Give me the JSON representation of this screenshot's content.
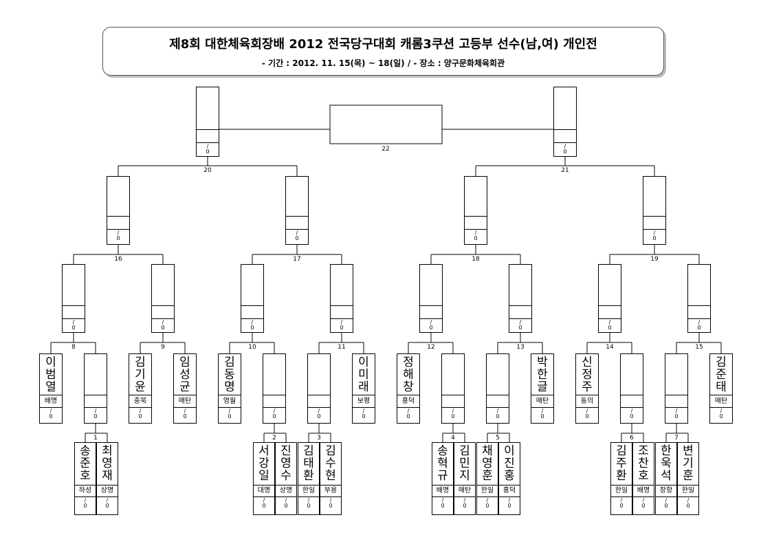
{
  "title": "제8회 대한체육회장배 2012 전국당구대회 캐롬3쿠션 고등부 선수(남,여) 개인전",
  "subtitle": "- 기간 : 2012. 11. 15(목) ~ 18(일)  /  - 장소 : 양구문화체육회관",
  "score_placeholder": "/ 0",
  "match_numbers": [
    "1",
    "2",
    "3",
    "4",
    "5",
    "6",
    "7",
    "8",
    "9",
    "10",
    "11",
    "12",
    "13",
    "14",
    "15",
    "16",
    "17",
    "18",
    "19",
    "20",
    "21",
    "22"
  ],
  "players": [
    {
      "name": "이범열",
      "school": "배명"
    },
    {
      "name": "김기윤",
      "school": "충북"
    },
    {
      "name": "임성균",
      "school": "매탄"
    },
    {
      "name": "김동명",
      "school": "영월"
    },
    {
      "name": "이미래",
      "school": "보평"
    },
    {
      "name": "정해창",
      "school": "홍덕"
    },
    {
      "name": "박한글",
      "school": "매탄"
    },
    {
      "name": "신정주",
      "school": "동의"
    },
    {
      "name": "김준태",
      "school": "매탄"
    },
    {
      "name": "송준호",
      "school": "하성"
    },
    {
      "name": "최영재",
      "school": "상명"
    },
    {
      "name": "서강일",
      "school": "대명"
    },
    {
      "name": "진영수",
      "school": "상명"
    },
    {
      "name": "김태환",
      "school": "한일"
    },
    {
      "name": "김수현",
      "school": "부용"
    },
    {
      "name": "송혁규",
      "school": "배명"
    },
    {
      "name": "김민지",
      "school": "매탄"
    },
    {
      "name": "채영훈",
      "school": "한일"
    },
    {
      "name": "이진홍",
      "school": "홍덕"
    },
    {
      "name": "김주환",
      "school": "한일"
    },
    {
      "name": "조찬호",
      "school": "배명"
    },
    {
      "name": "한욱석",
      "school": "장항"
    },
    {
      "name": "변기훈",
      "school": "한일"
    }
  ]
}
